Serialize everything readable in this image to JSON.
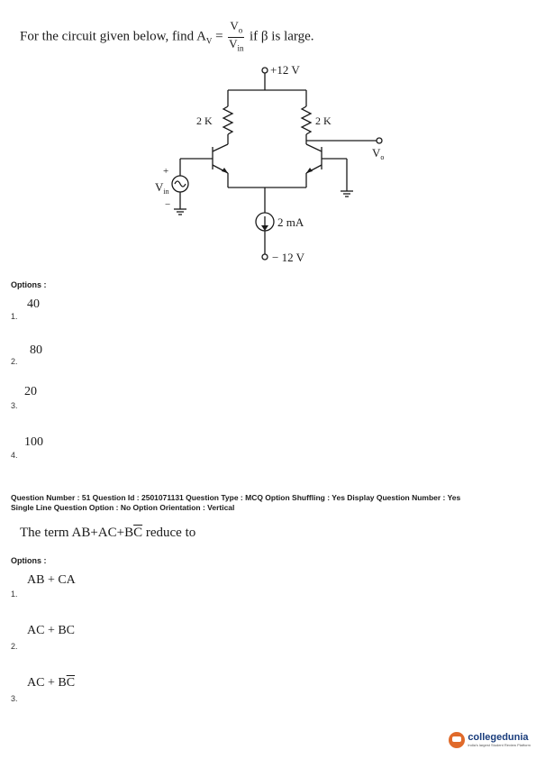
{
  "question1": {
    "text_before": "For the circuit given below, find A",
    "av_sub": "V",
    "equals": " = ",
    "frac_num": "V",
    "frac_num_sub": "o",
    "frac_den": "V",
    "frac_den_sub": "in",
    "text_after": " if β is large."
  },
  "circuit": {
    "vcc": "+12 V",
    "rc_left": "2 K",
    "rc_right": "2 K",
    "vo": "V",
    "vo_sub": "o",
    "vin": "V",
    "vin_sub": "in",
    "plus": "+",
    "minus": "−",
    "current": "2 mA",
    "vee": "− 12 V"
  },
  "options_label": "Options :",
  "options1": [
    {
      "num": "1.",
      "value": "40"
    },
    {
      "num": "2.",
      "value": "80"
    },
    {
      "num": "3.",
      "value": "20"
    },
    {
      "num": "4.",
      "value": "100"
    }
  ],
  "meta": {
    "line1": "Question Number : 51  Question Id : 2501071131  Question Type : MCQ  Option Shuffling : Yes  Display Question Number : Yes",
    "line2": "Single Line Question Option : No  Option Orientation : Vertical"
  },
  "question2": {
    "text_before": "The term AB+AC+B",
    "overline_part": "C",
    "text_after": " reduce to"
  },
  "options2": [
    {
      "num": "1.",
      "value": "AB + CA"
    },
    {
      "num": "2.",
      "value": "AC + BC"
    },
    {
      "num": "3.",
      "value_before": "AC + B",
      "value_overline": "C"
    }
  ],
  "logo": {
    "name": "collegedunia",
    "tagline": "India's largest Student Review Platform"
  }
}
